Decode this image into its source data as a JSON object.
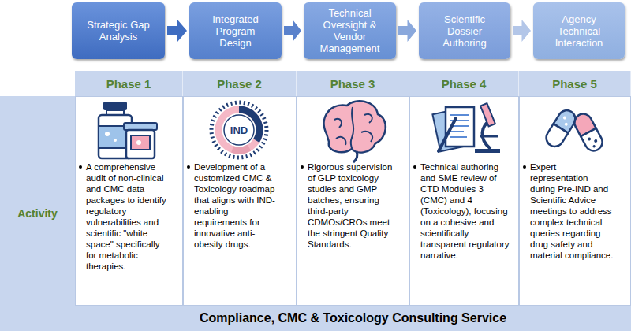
{
  "diagram": {
    "nodes": [
      {
        "text": [
          "Strategic Gap Analysis"
        ]
      },
      {
        "text": [
          "Integrated Program Design"
        ]
      },
      {
        "text": [
          "Technical Oversight & Vendor Management"
        ]
      },
      {
        "text": [
          "Scientific Dossier Authoring"
        ]
      },
      {
        "text": [
          "Agency Technical Interaction"
        ]
      },
      {
        "text": [
          "Phase 1"
        ]
      },
      {
        "text": [
          "Phase 2"
        ]
      },
      {
        "text": [
          "Phase 3"
        ]
      },
      {
        "text": [
          "Phase 4"
        ]
      },
      {
        "text": [
          "Phase 5"
        ]
      },
      {
        "text": [
          "Activity"
        ]
      },
      {
        "text": [
          "A comprehensive audit of non-clinical and CMC data packages to identify regulatory vulnerabilities and scientific \"white space\" specifically for metabolic therapies."
        ]
      },
      {
        "text": [
          "Development of a customized CMC & Toxicology roadmap that aligns with IND-enabling requirements for innovative anti-obesity drugs."
        ]
      },
      {
        "text": [
          "Rigorous supervision of GLP toxicology studies and GMP batches, ensuring third-party CDMOs/CROs meet the stringent Quality Standards."
        ]
      },
      {
        "text": [
          "Technical authoring and SME review of CTD Modules 3 (CMC) and 4 (Toxicology), focusing on a cohesive and scientifically transparent regulatory narrative."
        ]
      },
      {
        "text": [
          "Expert representation during Pre-IND and Scientific Advice meetings to address complex technical queries regarding drug safety and material compliance."
        ]
      },
      {
        "text": [
          "Compliance, CMC & Toxicology Consulting Service"
        ]
      }
    ],
    "edges": [
      {
        "from": 0,
        "to": 1,
        "arrow": "to"
      },
      {
        "from": 1,
        "to": 2,
        "arrow": "to"
      },
      {
        "from": 2,
        "to": 3,
        "arrow": "to"
      },
      {
        "from": 3,
        "to": 4,
        "arrow": "to"
      }
    ],
    "labels": [
      "IND"
    ]
  }
}
